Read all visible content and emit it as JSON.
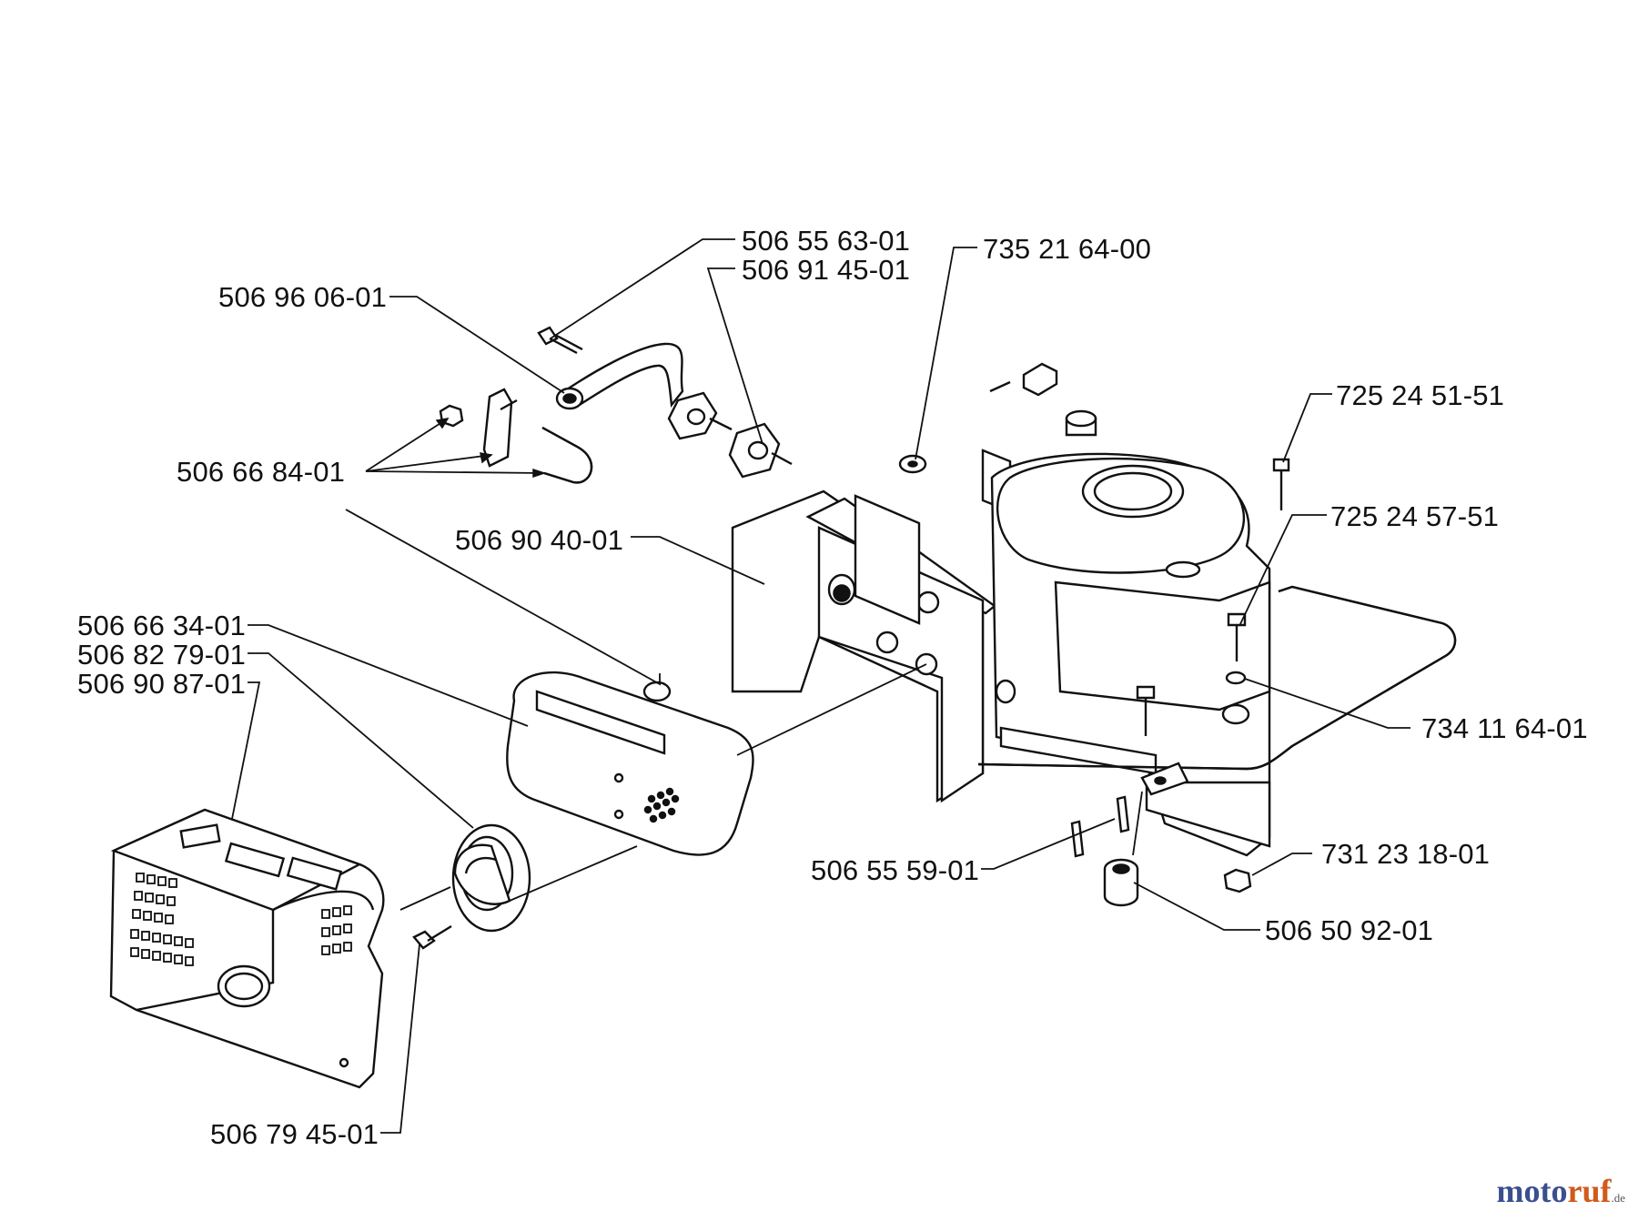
{
  "parts": [
    {
      "id": "p1",
      "number": "506 55 63-01"
    },
    {
      "id": "p2",
      "number": "506 91 45-01"
    },
    {
      "id": "p3",
      "number": "735 21 64-00"
    },
    {
      "id": "p4",
      "number": "506 96 06-01"
    },
    {
      "id": "p5",
      "number": "725 24 51-51"
    },
    {
      "id": "p6",
      "number": "506 66 84-01"
    },
    {
      "id": "p7",
      "number": "725 24 57-51"
    },
    {
      "id": "p8",
      "number": "506 90 40-01"
    },
    {
      "id": "p9",
      "number": "506 66 34-01"
    },
    {
      "id": "p10",
      "number": "506 82 79-01"
    },
    {
      "id": "p11",
      "number": "506 90 87-01"
    },
    {
      "id": "p12",
      "number": "734 11 64-01"
    },
    {
      "id": "p13",
      "number": "731 23 18-01"
    },
    {
      "id": "p14",
      "number": "506 55 59-01"
    },
    {
      "id": "p15",
      "number": "506 50 92-01"
    },
    {
      "id": "p16",
      "number": "506 79 45-01"
    }
  ],
  "watermark": {
    "name_a": "moto",
    "name_b": "ruf",
    "tld": ".de"
  }
}
